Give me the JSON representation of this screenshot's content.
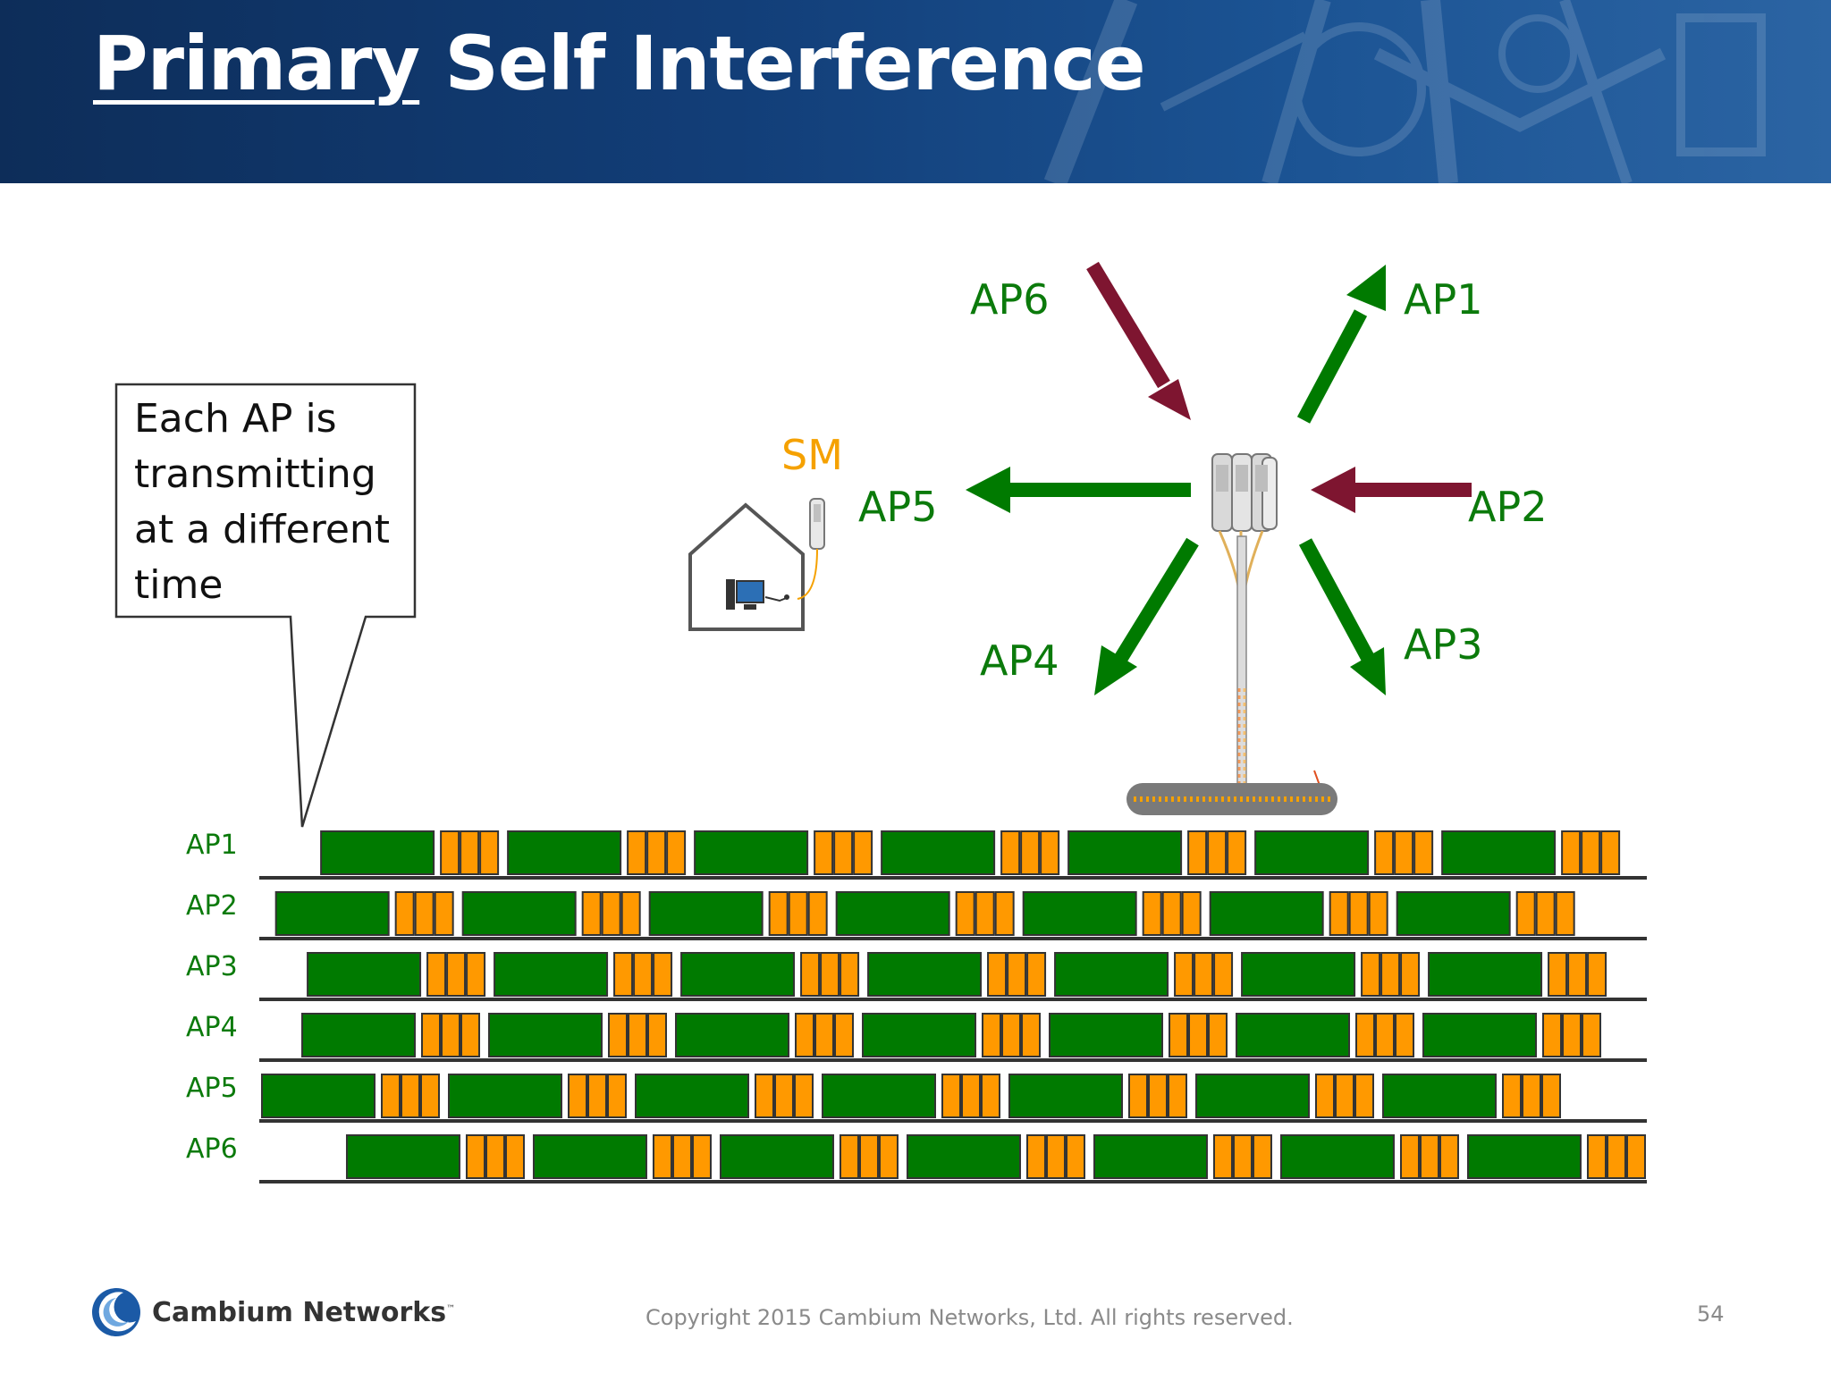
{
  "title": {
    "part1": "Primary",
    "part2": " Self Interference"
  },
  "callout": {
    "text": "Each AP is transmitting at a different time"
  },
  "diagram": {
    "sm_label": "SM",
    "ap_labels": {
      "ap1": "AP1",
      "ap2": "AP2",
      "ap3": "AP3",
      "ap4": "AP4",
      "ap5": "AP5",
      "ap6": "AP6"
    },
    "colors": {
      "transmit": "#007a00",
      "receive": "#7e1530",
      "slot_green": "#007a00",
      "slot_orange": "#ff9900"
    }
  },
  "timeline": {
    "rows": [
      {
        "label": "AP1",
        "start_offset": 0.0426
      },
      {
        "label": "AP2",
        "start_offset": 0.0101
      },
      {
        "label": "AP3",
        "start_offset": 0.0329
      },
      {
        "label": "AP4",
        "start_offset": 0.029
      },
      {
        "label": "AP5",
        "start_offset": 0.0
      },
      {
        "label": "AP6",
        "start_offset": 0.0612
      }
    ]
  },
  "footer": {
    "logo_text": "Cambium Networks",
    "logo_tm": "™",
    "copyright": "Copyright 2015 Cambium Networks, Ltd. All rights reserved.",
    "page_number": "54"
  }
}
